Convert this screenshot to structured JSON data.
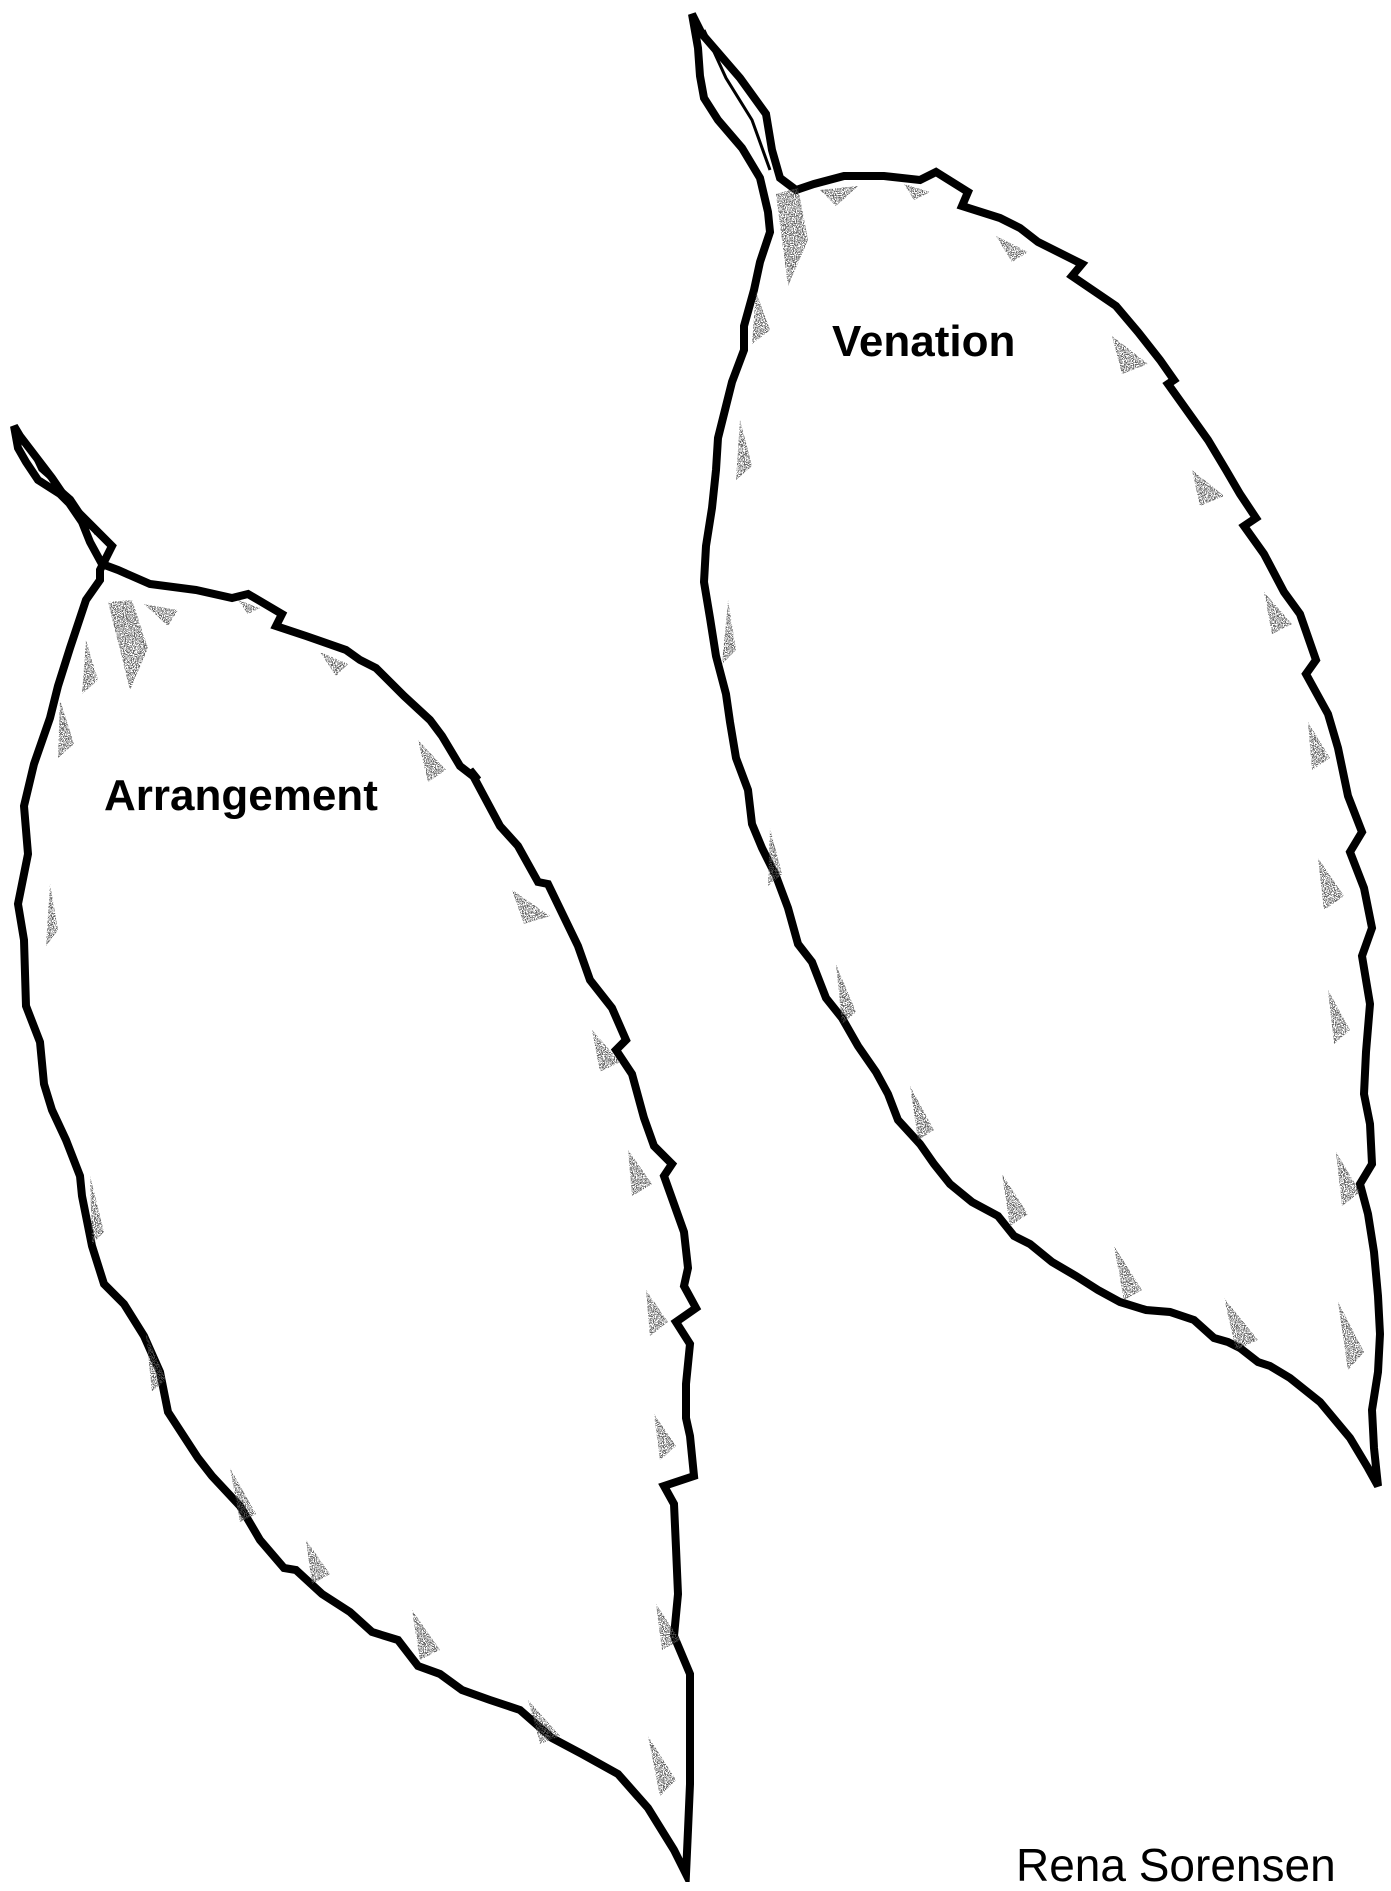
{
  "worksheet": {
    "leaves": [
      {
        "label": "Arrangement"
      },
      {
        "label": "Venation"
      }
    ],
    "footer": "Rena Sorensen"
  },
  "colors": {
    "outline": "#000000",
    "background": "#ffffff",
    "shading": "#555555"
  },
  "icons": [
    "leaf-outline-icon",
    "leaf-outline-icon"
  ]
}
